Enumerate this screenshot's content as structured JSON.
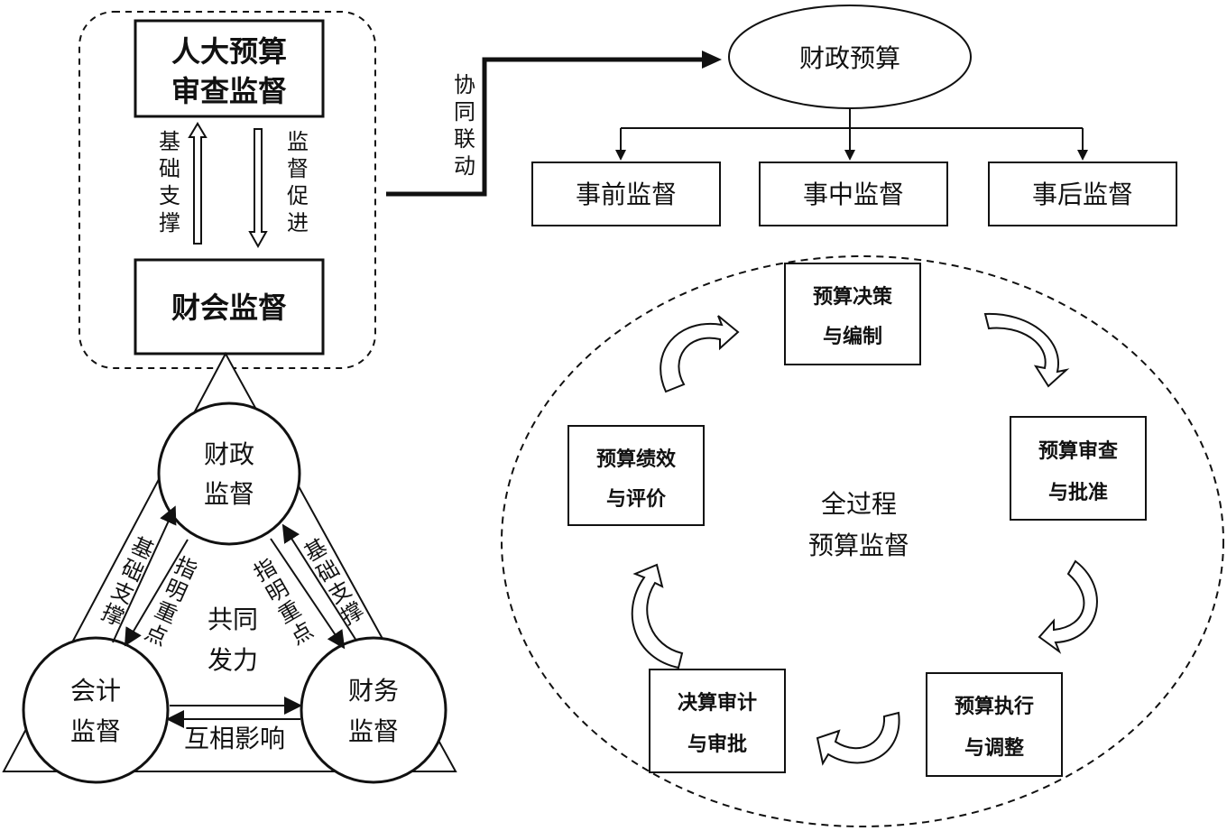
{
  "npc_box": {
    "line1": "人大预算",
    "line2": "审查监督"
  },
  "fiscal_accounting_box": "财会监督",
  "support_up": [
    "基",
    "础",
    "支",
    "撑"
  ],
  "supervise_down": [
    "监",
    "督",
    "促",
    "进"
  ],
  "coordination": [
    "协",
    "同",
    "联",
    "动"
  ],
  "fiscal_budget": "财政预算",
  "stages": [
    "事前监督",
    "事中监督",
    "事后监督"
  ],
  "triangle": {
    "top_circle": {
      "line1": "财政",
      "line2": "监督"
    },
    "left_circle": {
      "line1": "会计",
      "line2": "监督"
    },
    "right_circle": {
      "line1": "财务",
      "line2": "监督"
    },
    "left_support": [
      "基",
      "础",
      "支",
      "撑"
    ],
    "left_focus": [
      "指",
      "明",
      "重",
      "点"
    ],
    "right_focus": [
      "指",
      "明",
      "重",
      "点"
    ],
    "right_support": [
      "基",
      "础",
      "支",
      "撑"
    ],
    "center": {
      "line1": "共同",
      "line2": "发力"
    },
    "bottom": "互相影响"
  },
  "cycle": {
    "center": {
      "line1": "全过程",
      "line2": "预算监督"
    },
    "steps": [
      {
        "line1": "预算决策",
        "line2": "与编制"
      },
      {
        "line1": "预算审查",
        "line2": "与批准"
      },
      {
        "line1": "预算执行",
        "line2": "与调整"
      },
      {
        "line1": "决算审计",
        "line2": "与审批"
      },
      {
        "line1": "预算绩效",
        "line2": "与评价"
      }
    ]
  }
}
